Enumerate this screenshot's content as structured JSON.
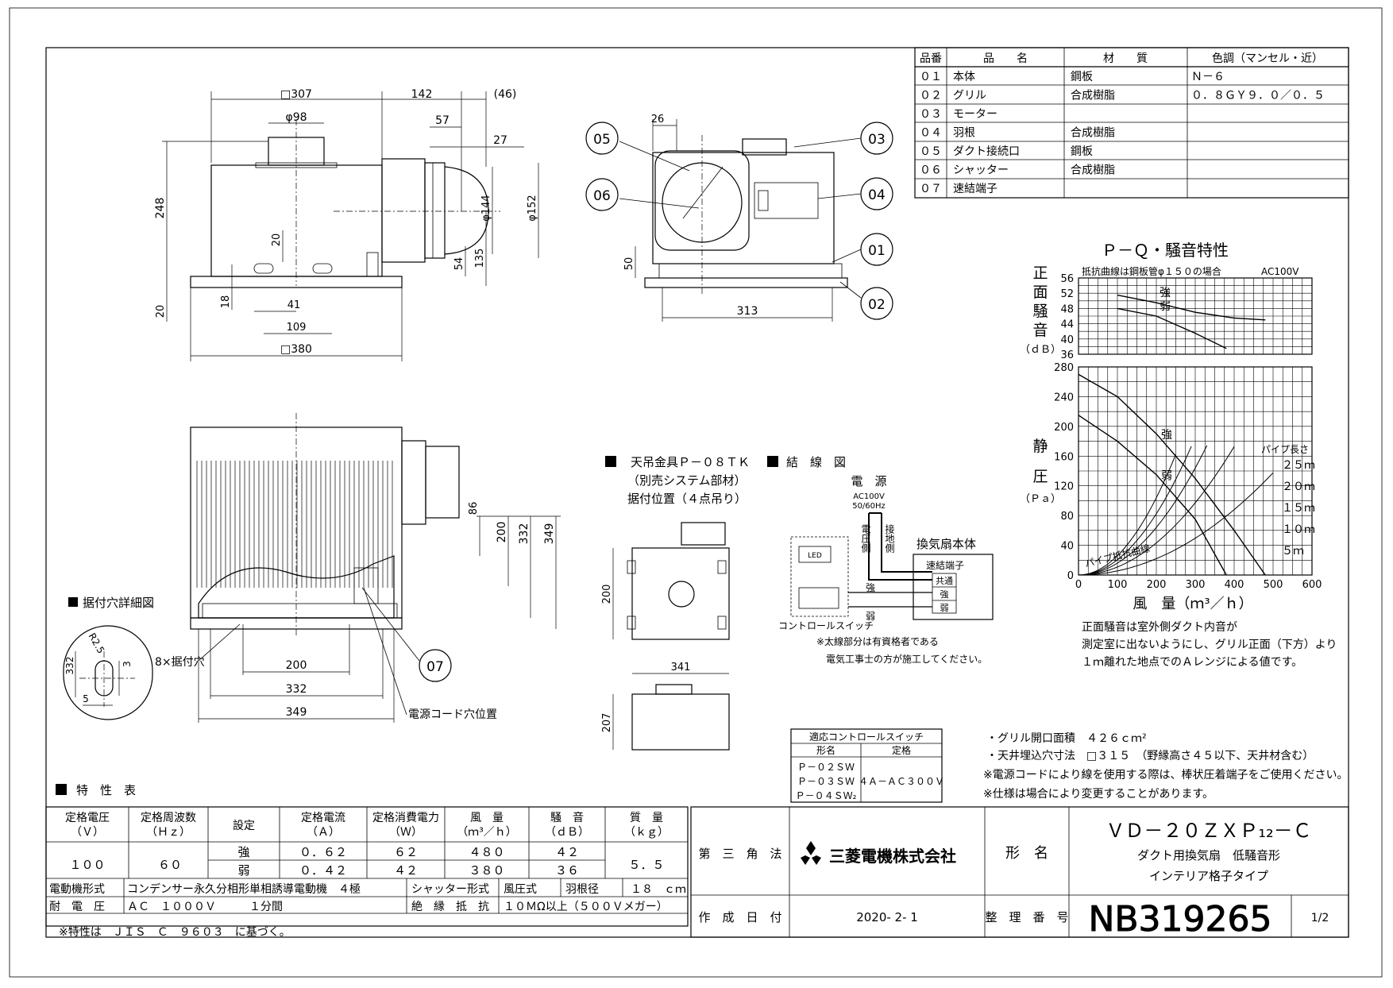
{
  "parts_table": {
    "headers": [
      "品番",
      "品　　名",
      "材　　質",
      "色調（マンセル・近）"
    ],
    "rows": [
      [
        "０１",
        "本体",
        "鋼板",
        "Ｎ－６"
      ],
      [
        "０２",
        "グリル",
        "合成樹脂",
        "０．８ＧＹ９．０／０．５"
      ],
      [
        "０３",
        "モーター",
        "",
        ""
      ],
      [
        "０４",
        "羽根",
        "合成樹脂",
        ""
      ],
      [
        "０５",
        "ダクト接続口",
        "鋼板",
        ""
      ],
      [
        "０６",
        "シャッター",
        "合成樹脂",
        ""
      ],
      [
        "０７",
        "速結端子",
        "",
        ""
      ]
    ]
  },
  "dims": {
    "d307": "□307",
    "d142": "142",
    "d46": "(46)",
    "d98": "φ98",
    "d57": "57",
    "d27": "27",
    "d248": "248",
    "d20a": "20",
    "d144": "φ144",
    "d152": "φ152",
    "d54": "54",
    "d135": "135",
    "d18": "18",
    "d41": "41",
    "d109": "109",
    "d20b": "20",
    "d380": "□380",
    "d26": "26",
    "d50": "50",
    "d313": "313",
    "d86": "86",
    "d200v": "200",
    "d332v": "332",
    "d349v": "349",
    "d200h": "200",
    "d332h": "332",
    "d349h": "349",
    "h200": "200",
    "h341": "341",
    "h207": "207",
    "det332": "332",
    "detR": "R2.5",
    "det3": "3",
    "det5": "5"
  },
  "balloons": [
    "05",
    "06",
    "03",
    "04",
    "01",
    "02",
    "07"
  ],
  "labels": {
    "detail_title": "据付穴詳細図",
    "holes": "8×据付穴",
    "cord": "電源コード穴位置",
    "hanger_title": "天吊金具Ｐ－０８ＴＫ",
    "hanger_sub1": "（別売システム部材）",
    "hanger_sub2": "据付位置（４点吊り）",
    "wiring_title": "結　線　図",
    "power": "電　源",
    "power_spec1": "AC100V",
    "power_spec2": "50/60Hz",
    "hot": "電圧側",
    "ground": "接地側",
    "body": "換気扇本体",
    "terminal": "速結端子",
    "t_common": "共通",
    "t_strong": "強",
    "t_weak": "弱",
    "w_strong": "強",
    "w_weak": "弱",
    "led": "LED",
    "switch": "コントロールスイッチ",
    "note1": "※太線部分は有資格者である",
    "note2": "電気工事士の方が施工してください。"
  },
  "switch_table": {
    "title": "適応コントロールスイッチ",
    "h1": "形名",
    "h2": "定格",
    "models": [
      "Ｐ－０２ＳＷ",
      "Ｐ－０３ＳＷ",
      "Ｐ－０４ＳＷ₂"
    ],
    "rating": "４Ａ－ＡＣ３００Ｖ"
  },
  "notes": [
    "・グリル開口面積　４２６ｃｍ²",
    "・天井埋込穴寸法　□３１５　（野縁高さ４５以下、天井材含む）",
    "※電源コードにより線を使用する際は、棒状圧着端子をご使用ください。",
    "※仕様は場合により変更することがあります。"
  ],
  "chart_notes": [
    "正面騒音は室外側ダクト内音が",
    "測定室に出ないようにし、グリル正面（下方）より",
    "１ｍ離れた地点でのＡレンジによる値です。"
  ],
  "chart_data": {
    "type": "line",
    "title": "Ｐ－Ｑ・騒音特性",
    "subtitle": "抵抗曲線は鋼板管φ１５０の場合",
    "condition": "AC100V",
    "noise_label": [
      "正",
      "面",
      "騒",
      "音"
    ],
    "noise_unit": "（ｄＢ）",
    "pressure_label": [
      "静",
      "圧"
    ],
    "pressure_unit": "（Ｐａ）",
    "xlabel": "風　量（ｍ³／ｈ）",
    "x_ticks": [
      "0",
      "100",
      "200",
      "300",
      "400",
      "500",
      "600"
    ],
    "noise_ticks": [
      "56",
      "52",
      "48",
      "44",
      "40",
      "36"
    ],
    "pressure_ticks": [
      "280",
      "240",
      "200",
      "160",
      "120",
      "80",
      "40",
      "0"
    ],
    "xlim": [
      0,
      600
    ],
    "noise_ylim": [
      36,
      56
    ],
    "pressure_ylim": [
      0,
      280
    ],
    "noise_series": [
      {
        "name": "強",
        "x": [
          100,
          200,
          300,
          400,
          480
        ],
        "y": [
          51.5,
          49.5,
          47,
          45.5,
          45
        ]
      },
      {
        "name": "弱",
        "x": [
          100,
          200,
          300,
          380
        ],
        "y": [
          48,
          46,
          41.5,
          37.5
        ]
      }
    ],
    "pq_series": [
      {
        "name": "強",
        "x": [
          0,
          100,
          200,
          300,
          400,
          480
        ],
        "y": [
          270,
          240,
          190,
          130,
          60,
          0
        ]
      },
      {
        "name": "弱",
        "x": [
          0,
          100,
          200,
          300,
          380
        ],
        "y": [
          215,
          180,
          135,
          75,
          0
        ]
      }
    ],
    "pipe_label": "パイプ長さ",
    "pipe_curve_label": "パイプ抵抗曲線",
    "pipe_curves": [
      {
        "name": "２５ｍ",
        "k": 0.0026
      },
      {
        "name": "２０ｍ",
        "k": 0.00206
      },
      {
        "name": "１５ｍ",
        "k": 0.0016
      },
      {
        "name": "１０ｍ",
        "k": 0.00108
      },
      {
        "name": "５ｍ",
        "k": 0.00055
      }
    ]
  },
  "spec": {
    "title": "特　性　表",
    "headers": [
      [
        "定格電圧",
        "（Ｖ）"
      ],
      [
        "定格周波数",
        "（Ｈｚ）"
      ],
      [
        "設定",
        ""
      ],
      [
        "定格電流",
        "（Ａ）"
      ],
      [
        "定格消費電力",
        "（Ｗ）"
      ],
      [
        "風　量",
        "（ｍ³／ｈ）"
      ],
      [
        "騒　音",
        "（ｄＢ）"
      ],
      [
        "質　量",
        "（ｋｇ）"
      ]
    ],
    "voltage": "１００",
    "frequency": "６０",
    "mass": "５．５",
    "rows": [
      [
        "強",
        "０．６２",
        "６２",
        "４８０",
        "４２"
      ],
      [
        "弱",
        "０．４２",
        "４２",
        "３８０",
        "３６"
      ]
    ],
    "motor_label": "電動機形式",
    "motor_value": "コンデンサー永久分相形単相誘導電動機　４極",
    "shutter_label": "シャッター形式",
    "shutter_value": "風圧式",
    "blade_label": "羽根径",
    "blade_value": "１８　ｃｍ",
    "withstand_label": "耐　電　圧",
    "withstand_value": "ＡＣ　１０００Ｖ　　　１分間",
    "insulation_label": "絶　縁　抵　抗",
    "insulation_value": "１０ＭΩ以上（５００Ｖメガー）",
    "footnote": "※特性は　ＪＩＳ　Ｃ　９６０３　に基づく。"
  },
  "titleblock": {
    "projection": "第　三　角　法",
    "company": "三菱電機株式会社",
    "model_label": "形　名",
    "model": "ＶＤ－２０ＺＸＰ₁₂－Ｃ",
    "desc1": "ダクト用換気扇　低騒音形",
    "desc2": "インテリア格子タイプ",
    "date_label": "作　成　日　付",
    "date": "2020- 2- 1",
    "number_label": "整　理　番　号",
    "number": "NB319265",
    "sheet": "1/2"
  }
}
